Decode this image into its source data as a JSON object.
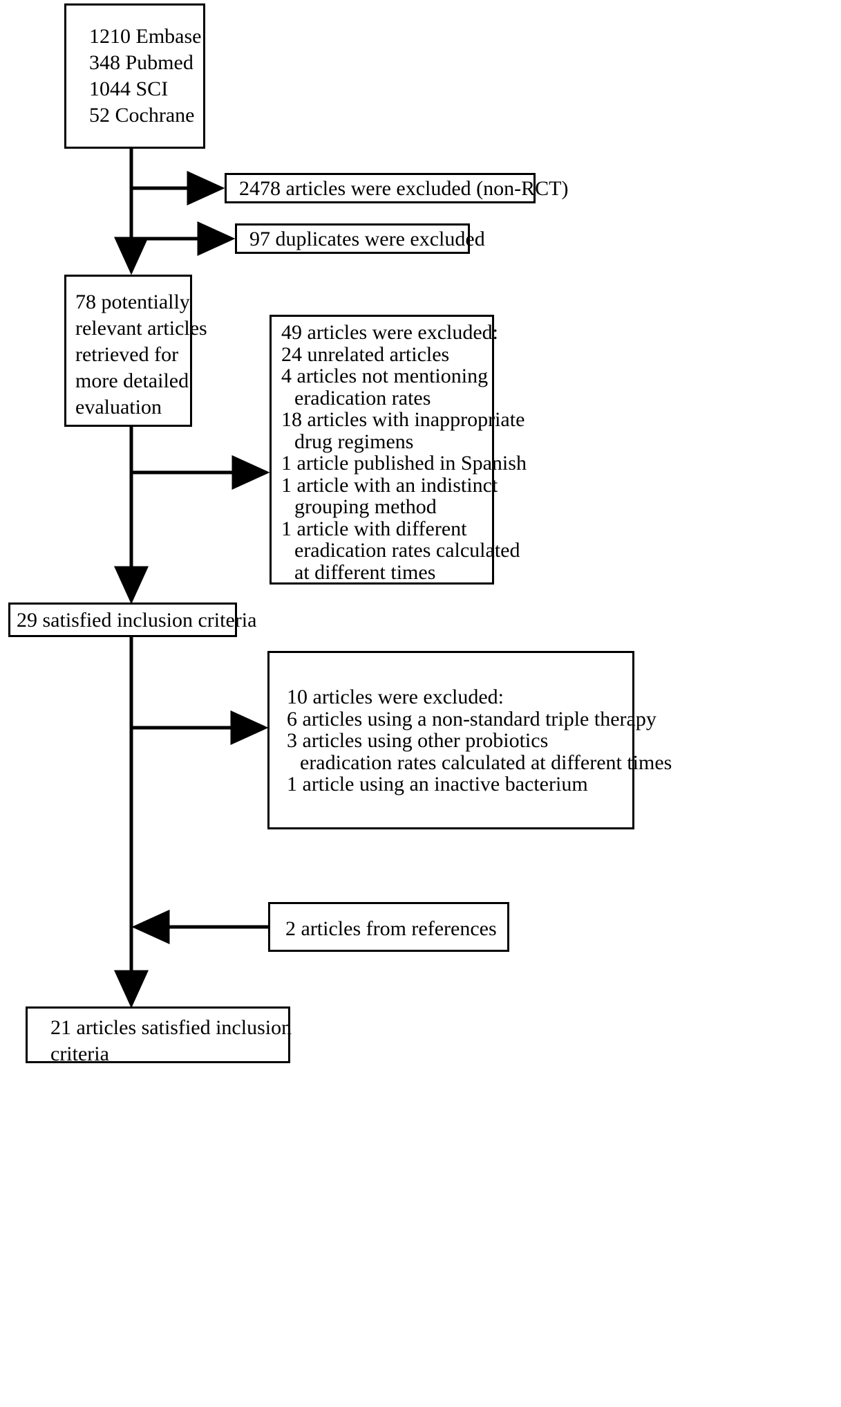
{
  "diagram": {
    "title": "Study selection flow diagram",
    "type": "prisma-flowchart",
    "boxes": {
      "sources": {
        "lines": [
          "1210 Embase",
          "348 Pubmed",
          "1044 SCI",
          "52 Cochrane"
        ],
        "text": "1210 Embase\n348 Pubmed\n1044 SCI\n52 Cochrane"
      },
      "excluded_nonrct": {
        "text": "2478 articles were excluded (non-RCT)"
      },
      "excluded_duplicates": {
        "text": "97 duplicates were excluded"
      },
      "retrieved": {
        "text": "78 potentially\nrelevant articles\nretrieved for\nmore detailed\nevaluation"
      },
      "excluded_49": {
        "line1": "49 articles were excluded:",
        "line2": "24 unrelated articles",
        "line3": "4 articles not mentioning",
        "line4": "eradication rates",
        "line5": "18 articles with inappropriate",
        "line6": "drug regimens",
        "line7": "1 article published in Spanish",
        "line8": "1 article with an indistinct",
        "line9": "grouping method",
        "line10": "1 article with different",
        "line11": "eradication rates calculated",
        "line12": "at different times"
      },
      "satisfied_29": {
        "text": "29 satisfied inclusion criteria"
      },
      "excluded_10": {
        "line1": "10 articles were excluded:",
        "line2": "6 articles using a non-standard triple therapy",
        "line3": "3 articles using other probiotics",
        "line4": "eradication rates calculated at different times",
        "line5": "1 article using an inactive bacterium"
      },
      "from_references": {
        "text": "2 articles from references"
      },
      "final": {
        "text": "21 articles satisfied inclusion\ncriteria"
      }
    },
    "colors": {
      "stroke": "#000000",
      "fill": "#ffffff",
      "text": "#000000"
    }
  }
}
